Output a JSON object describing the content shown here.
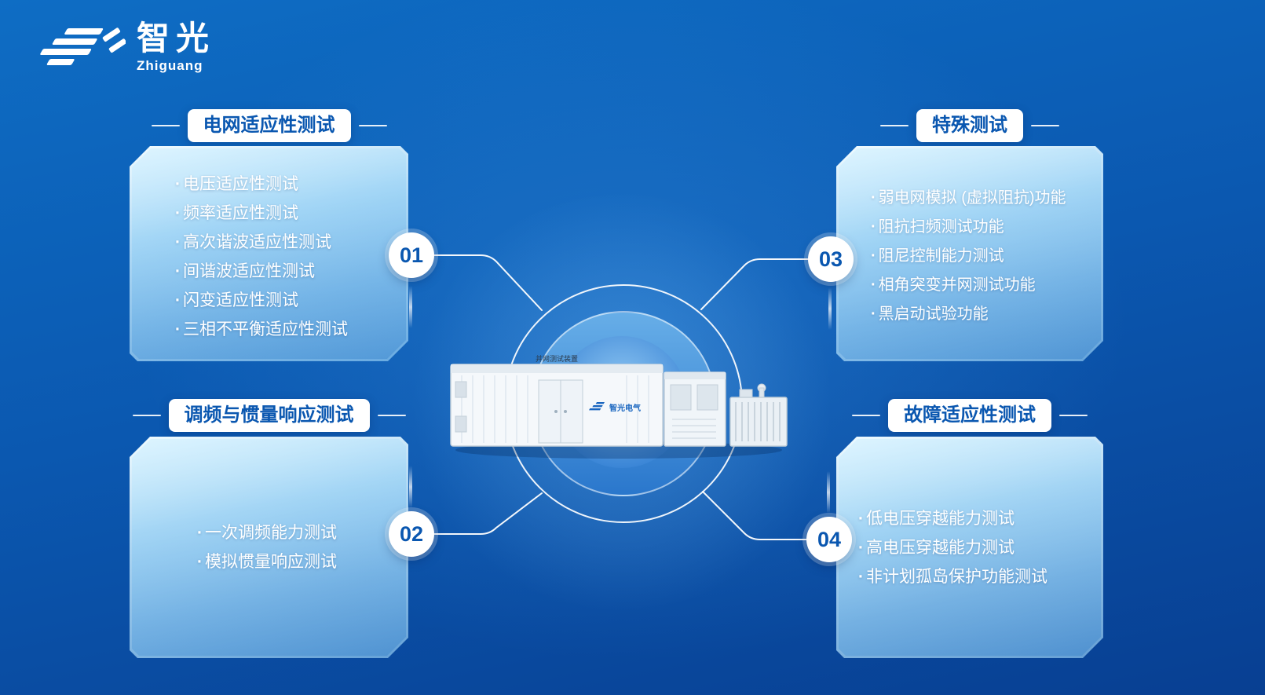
{
  "logo": {
    "title": "智光",
    "subtitle": "Zhiguang"
  },
  "panels": [
    {
      "number": "01",
      "title": "电网适应性测试",
      "items": [
        "电压适应性测试",
        "频率适应性测试",
        "高次谐波适应性测试",
        "间谐波适应性测试",
        "闪变适应性测试",
        "三相不平衡适应性测试"
      ]
    },
    {
      "number": "02",
      "title": "调频与惯量响应测试",
      "items": [
        "一次调频能力测试",
        "模拟惯量响应测试"
      ]
    },
    {
      "number": "03",
      "title": "特殊测试",
      "items": [
        "弱电网模拟 (虚拟阻抗)功能",
        "阻抗扫频测试功能",
        "阻尼控制能力测试",
        "相角突变并网测试功能",
        "黑启动试验功能"
      ]
    },
    {
      "number": "04",
      "title": "故障适应性测试",
      "items": [
        "低电压穿越能力测试",
        "高电压穿越能力测试",
        "非计划孤岛保护功能测试"
      ]
    }
  ],
  "center": {
    "equipment_brand": "智光电气",
    "equipment_label": "并网测试装置"
  },
  "colors": {
    "accent_blue": "#0a57b0",
    "background_top": "#0e6dc4",
    "background_bottom": "#083f92",
    "panel_border": "#e6f7ff",
    "text_white": "#ffffff"
  }
}
